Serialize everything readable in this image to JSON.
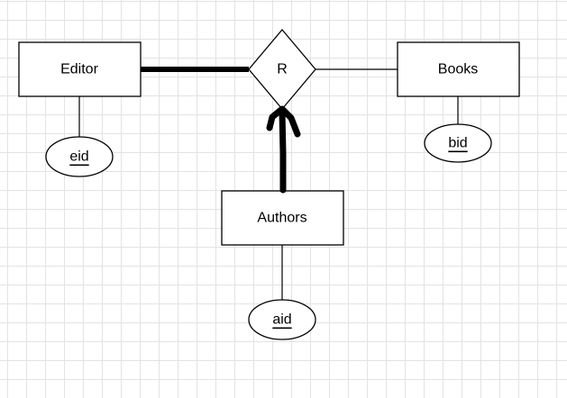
{
  "diagram": {
    "entities": {
      "editor": "Editor",
      "books": "Books",
      "authors": "Authors"
    },
    "relationship": {
      "label": "R"
    },
    "attributes": {
      "editor_key": "eid",
      "books_key": "bid",
      "authors_key": "aid"
    }
  },
  "colors": {
    "stroke": "#000000",
    "fill": "#ffffff",
    "grid": "#e3e3e3"
  }
}
